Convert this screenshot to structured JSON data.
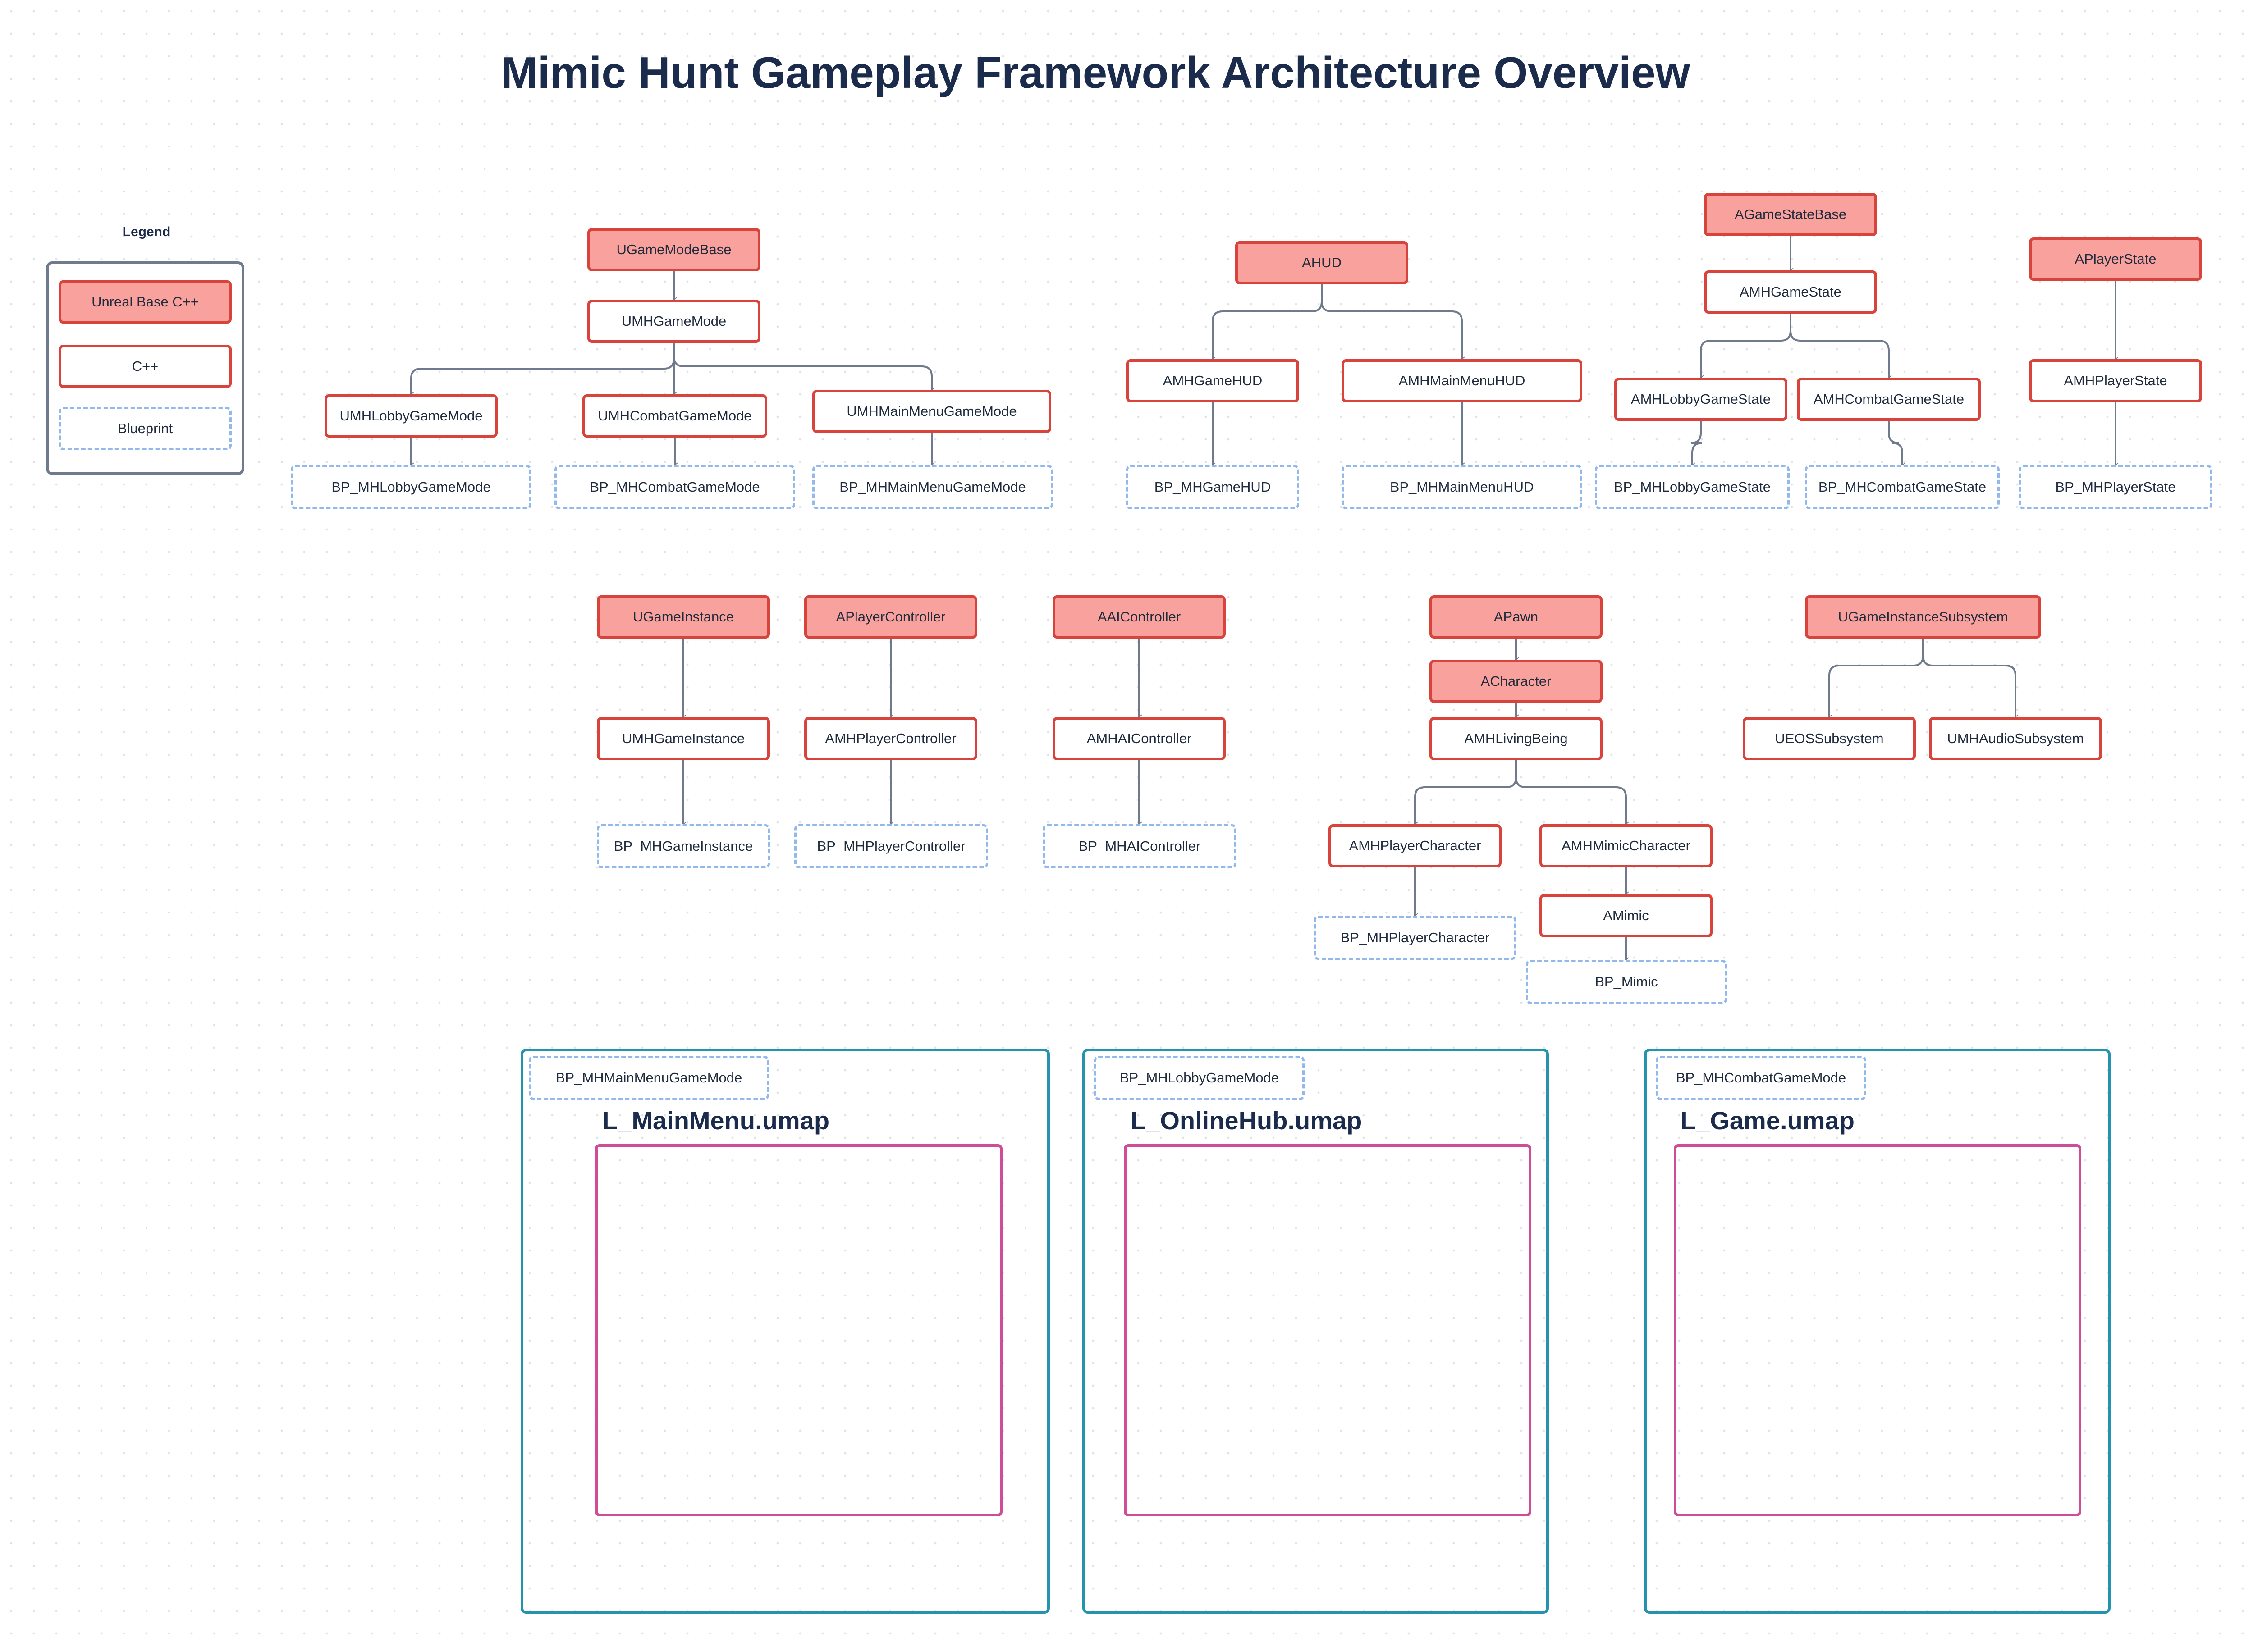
{
  "title": "Mimic Hunt Gameplay Framework Architecture Overview",
  "legend": {
    "title": "Legend",
    "items": [
      {
        "key": "base",
        "label": "Unreal Base C++"
      },
      {
        "key": "cpp",
        "label": "C++"
      },
      {
        "key": "bp",
        "label": "Blueprint"
      }
    ]
  },
  "classes": {
    "UGameModeBase": "UGameModeBase",
    "UMHGameMode": "UMHGameMode",
    "UMHLobbyGameMode": "UMHLobbyGameMode",
    "UMHCombatGameMode": "UMHCombatGameMode",
    "UMHMainMenuGameMode": "UMHMainMenuGameMode",
    "BP_MHLobbyGameMode": "BP_MHLobbyGameMode",
    "BP_MHCombatGameMode": "BP_MHCombatGameMode",
    "BP_MHMainMenuGameMode": "BP_MHMainMenuGameMode",
    "AHUD": "AHUD",
    "AMHGameHUD": "AMHGameHUD",
    "AMHMainMenuHUD": "AMHMainMenuHUD",
    "BP_MHGameHUD": "BP_MHGameHUD",
    "BP_MHMainMenuHUD": "BP_MHMainMenuHUD",
    "AGameStateBase": "AGameStateBase",
    "AMHGameState": "AMHGameState",
    "AMHLobbyGameState": "AMHLobbyGameState",
    "AMHCombatGameState": "AMHCombatGameState",
    "BP_MHLobbyGameState": "BP_MHLobbyGameState",
    "BP_MHCombatGameState": "BP_MHCombatGameState",
    "APlayerState": "APlayerState",
    "AMHPlayerState": "AMHPlayerState",
    "BP_MHPlayerState": "BP_MHPlayerState",
    "UGameInstance": "UGameInstance",
    "UMHGameInstance": "UMHGameInstance",
    "BP_MHGameInstance": "BP_MHGameInstance",
    "APlayerController": "APlayerController",
    "AMHPlayerController": "AMHPlayerController",
    "BP_MHPlayerController": "BP_MHPlayerController",
    "AAIController": "AAIController",
    "AMHAIController": "AMHAIController",
    "BP_MHAIController": "BP_MHAIController",
    "APawn": "APawn",
    "ACharacter": "ACharacter",
    "AMHLivingBeing": "AMHLivingBeing",
    "AMHPlayerCharacter": "AMHPlayerCharacter",
    "AMHMimicCharacter": "AMHMimicCharacter",
    "AMimic": "AMimic",
    "BP_MHPlayerCharacter": "BP_MHPlayerCharacter",
    "BP_Mimic": "BP_Mimic",
    "UGameInstanceSubsystem": "UGameInstanceSubsystem",
    "UEOSSubsystem": "UEOSSubsystem",
    "UMHAudioSubsystem": "UMHAudioSubsystem"
  },
  "levels": [
    {
      "map": "L_MainMenu.umap",
      "game_mode": "BP_MHMainMenuGameMode"
    },
    {
      "map": "L_OnlineHub.umap",
      "game_mode": "BP_MHLobbyGameMode"
    },
    {
      "map": "L_Game.umap",
      "game_mode": "BP_MHCombatGameMode"
    }
  ],
  "colors": {
    "base_fill": "#f9a29d",
    "base_border": "#d8433c",
    "cpp_border": "#d8433c",
    "blueprint_border": "#93b8ec",
    "edge": "#6f7b8c",
    "level_frame": "#2593ae",
    "level_inner": "#cf4d97",
    "title": "#1b2b4b"
  }
}
